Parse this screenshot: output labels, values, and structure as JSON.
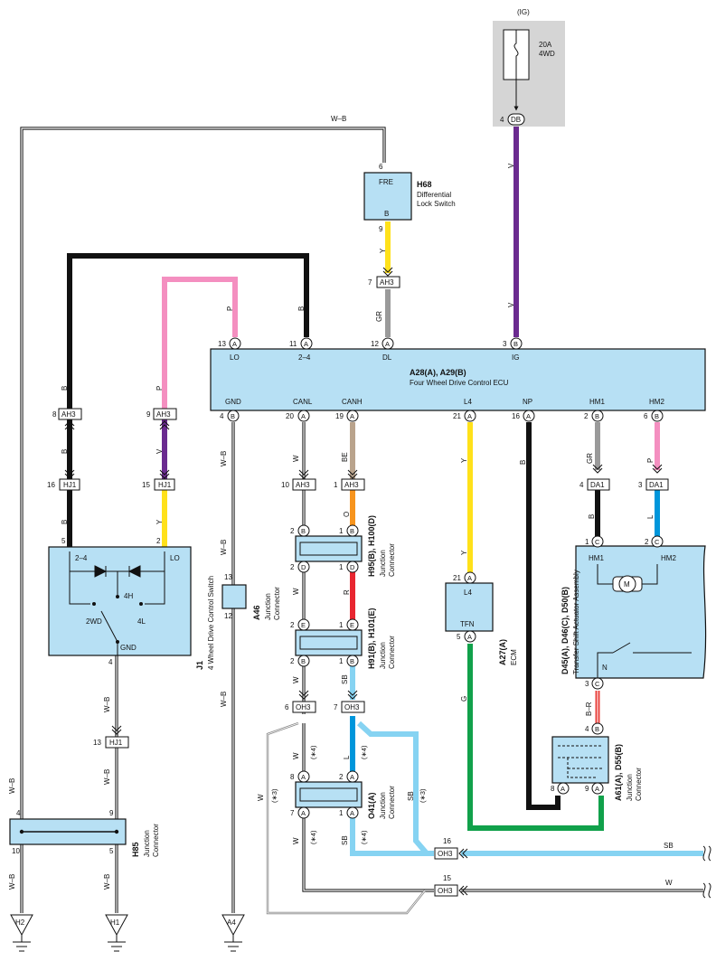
{
  "colors": {
    "B": "#111111",
    "P": "#f48fc0",
    "V": "#6b2b90",
    "Y": "#ffe11a",
    "GR": "#9a9a9a",
    "BE": "#b9a38c",
    "O": "#f7941d",
    "R": "#e82630",
    "SB": "#86d3f2",
    "L": "#0096db",
    "G": "#11a14b",
    "BR": "#e8413c",
    "box": "#b7e0f4",
    "fuse_bg": "#d5d5d5"
  },
  "fuse": {
    "circuit": "(IG)",
    "rating": "20A",
    "name": "4WD",
    "pin_num": "4",
    "pin": "DB"
  },
  "h68": {
    "id": "H68",
    "name1": "Differential",
    "name2": "Lock Switch",
    "pin_top": "FRE",
    "pin_bot": "B",
    "num_top": "6",
    "num_bot": "9"
  },
  "ecu": {
    "id": "A28(A), A29(B)",
    "name": "Four Wheel Drive Control ECU",
    "top_pins": [
      {
        "num": "13",
        "conn": "A",
        "label": "LO"
      },
      {
        "num": "11",
        "conn": "A",
        "label": "2–4"
      },
      {
        "num": "12",
        "conn": "A",
        "label": "DL"
      },
      {
        "num": "3",
        "conn": "B",
        "label": "IG"
      }
    ],
    "bot_pins": [
      {
        "num": "4",
        "conn": "B",
        "label": "GND"
      },
      {
        "num": "20",
        "conn": "A",
        "label": "CANL"
      },
      {
        "num": "19",
        "conn": "A",
        "label": "CANH"
      },
      {
        "num": "21",
        "conn": "A",
        "label": "L4"
      },
      {
        "num": "16",
        "conn": "A",
        "label": "NP"
      },
      {
        "num": "2",
        "conn": "B",
        "label": "HM1"
      },
      {
        "num": "6",
        "conn": "B",
        "label": "HM2"
      }
    ]
  },
  "wire_labels": {
    "wb_top": "W–B",
    "v_ig": "V",
    "v_ig2": "V",
    "y_h68": "Y",
    "gr_dl": "GR",
    "p_lo": "P",
    "b_24": "B",
    "b_left1": "B",
    "b_left2": "B",
    "b_left3": "B",
    "p_mid": "P",
    "v_mid": "V",
    "y_mid": "Y",
    "wb_gnd1": "W–B",
    "wb_gnd2": "W–B",
    "wb_gnd3": "W–B",
    "w_canl": "W",
    "be_canh": "BE",
    "o_canh": "O",
    "r_canh": "R",
    "w_canl2": "W",
    "w_canl3": "W",
    "sb_canh": "SB",
    "y_l4a": "Y",
    "y_l4b": "Y",
    "b_np": "B",
    "gr_hm1": "GR",
    "p_hm2": "P",
    "b_hm1": "B",
    "l_hm2": "L",
    "g_tfn": "G",
    "br_n": "B–R",
    "wb_j1": "W–B",
    "wb_j1b": "W–B",
    "wb_h85": "W–B",
    "wb_h85b": "W–B",
    "wb_h2": "W–B",
    "w_o41": "W",
    "l_o41": "L",
    "w_o41b": "W",
    "sb_o41": "SB",
    "sb_diag": "SB",
    "w_diag": "W",
    "sb_end": "SB",
    "w_end": "W",
    "s3a": "(∗3)",
    "s3b": "(∗3)",
    "s4a": "(∗4)",
    "s4b": "(∗4)",
    "s4c": "(∗4)",
    "s4d": "(∗4)"
  },
  "connectors": {
    "ah3_dl": {
      "num": "7",
      "name": "AH3"
    },
    "ah3_b": {
      "num": "8",
      "name": "AH3"
    },
    "ah3_p": {
      "num": "9",
      "name": "AH3"
    },
    "hj1_b": {
      "num": "16",
      "name": "HJ1"
    },
    "hj1_v": {
      "num": "15",
      "name": "HJ1"
    },
    "ah3_w": {
      "num": "10",
      "name": "AH3"
    },
    "ah3_be": {
      "num": "1",
      "name": "AH3"
    },
    "da1_gr": {
      "num": "4",
      "name": "DA1"
    },
    "da1_p": {
      "num": "3",
      "name": "DA1"
    },
    "hj1_gnd": {
      "num": "13",
      "name": "HJ1"
    },
    "oh3_6": {
      "num": "6",
      "name": "OH3"
    },
    "oh3_7": {
      "num": "7",
      "name": "OH3"
    },
    "oh3_16": {
      "num": "16",
      "name": "OH3"
    },
    "oh3_15": {
      "num": "15",
      "name": "OH3"
    }
  },
  "j1": {
    "id": "J1",
    "name": "4 Wheel Drive Control Switch",
    "pin24": "2–4",
    "pinlo": "LO",
    "p4h": "4H",
    "p2wd": "2WD",
    "p4l": "4L",
    "gnd": "GND",
    "n5": "5",
    "n2": "2",
    "n4": "4"
  },
  "a46": {
    "id": "A46",
    "name1": "Junction",
    "name2": "Connector",
    "n13": "13",
    "n12": "12"
  },
  "h95": {
    "id": "H95(B), H100(D)",
    "name1": "Junction",
    "name2": "Connector",
    "n2a": "2",
    "pa": "B",
    "n1a": "1",
    "pb": "B",
    "n2b": "2",
    "pc": "D",
    "n1b": "1",
    "pd": "D"
  },
  "h91": {
    "id": "H91(B), H101(E)",
    "name1": "Junction",
    "name2": "Connector",
    "n2a": "2",
    "pa": "E",
    "n1a": "1",
    "pb": "E",
    "n2b": "2",
    "pc": "B",
    "n1b": "1",
    "pd": "B"
  },
  "o41": {
    "id": "O41(A)",
    "name1": "Junction",
    "name2": "Connector",
    "n8": "8",
    "n2": "2",
    "n7": "7",
    "n1": "1",
    "p": "A"
  },
  "a27": {
    "id": "A27(A)",
    "name": "ECM",
    "l4": "L4",
    "tfn": "TFN",
    "n21": "21",
    "n5": "5",
    "p": "A"
  },
  "d45": {
    "id": "D45(A), D46(C), D50(B)",
    "name": "Transfer Shift Actuator Assembly",
    "hm1": "HM1",
    "hm2": "HM2",
    "m": "M",
    "n": "N",
    "n1": "1",
    "p1": "C",
    "n2": "2",
    "p2": "C",
    "n3": "3",
    "p3": "C"
  },
  "a61": {
    "id": "A61(A), D55(B)",
    "name1": "Junction",
    "name2": "Connector",
    "n4": "4",
    "p4": "B",
    "n8": "8",
    "p8": "A",
    "n9": "9",
    "p9": "A"
  },
  "h85": {
    "id": "H85",
    "name1": "Junction",
    "name2": "Connector",
    "n4": "4",
    "n9": "9",
    "n10": "10",
    "n5": "5"
  },
  "grounds": {
    "h2": "H2",
    "h1": "H1",
    "a4": "A4"
  }
}
